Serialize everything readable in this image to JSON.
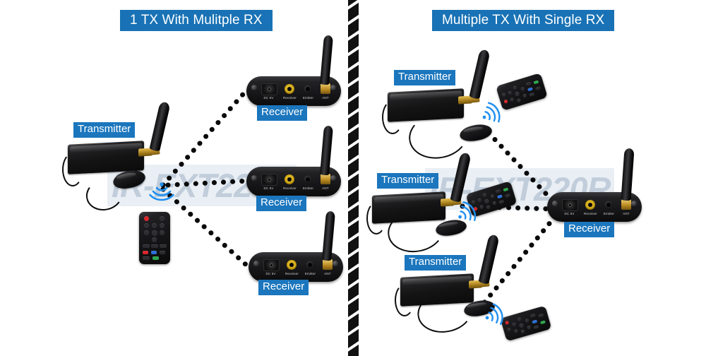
{
  "diagram": {
    "product_watermark": "IR-EXT220R",
    "accent_color": "#1872b5",
    "panels": [
      {
        "id": "left",
        "title": "1 TX With Mulitple RX",
        "transmitter_label": "Transmitter",
        "receiver_label": "Receiver",
        "transmitter_count": 1,
        "receiver_count": 3,
        "remote_count": 1
      },
      {
        "id": "right",
        "title": "Multiple TX With Single RX",
        "transmitter_label": "Transmitter",
        "receiver_label": "Receiver",
        "transmitter_count": 3,
        "receiver_count": 1,
        "remote_count": 3
      }
    ],
    "receiver_ports": {
      "power": "DC 5V",
      "receiver": "Receiver",
      "emitter": "Emitter",
      "antenna": "ANT"
    },
    "labels": {
      "tx_left_1": "Transmitter",
      "rx_left_1": "Receiver",
      "rx_left_2": "Receiver",
      "rx_left_3": "Receiver",
      "tx_right_1": "Transmitter",
      "tx_right_2": "Transmitter",
      "tx_right_3": "Transmitter",
      "rx_right_1": "Receiver"
    }
  }
}
